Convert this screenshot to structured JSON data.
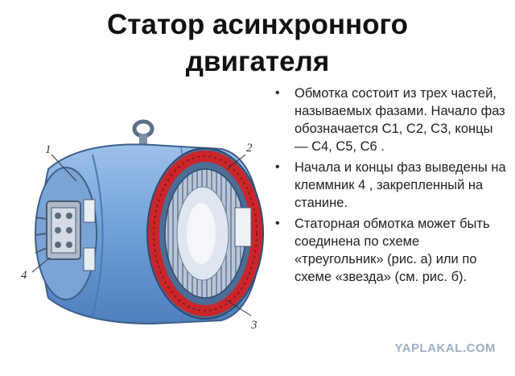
{
  "title": {
    "line1": "Статор асинхронного",
    "line2": "двигателя"
  },
  "bullets": [
    "Обмотка состоит из трех частей, называемых фазами. Начало фаз обозначается С1, С2, С3, концы — С4, С5, С6 .",
    "Начала и концы фаз выведены на клеммник 4 , закрепленный на станине.",
    "Статорная обмотка может быть соединена по схеме «треугольник» (рис.  а) или по схеме «звезда» (см. рис. б)."
  ],
  "figure": {
    "callouts": [
      "1",
      "2",
      "3",
      "4"
    ]
  },
  "watermark": "YAPLAKAL.COM"
}
